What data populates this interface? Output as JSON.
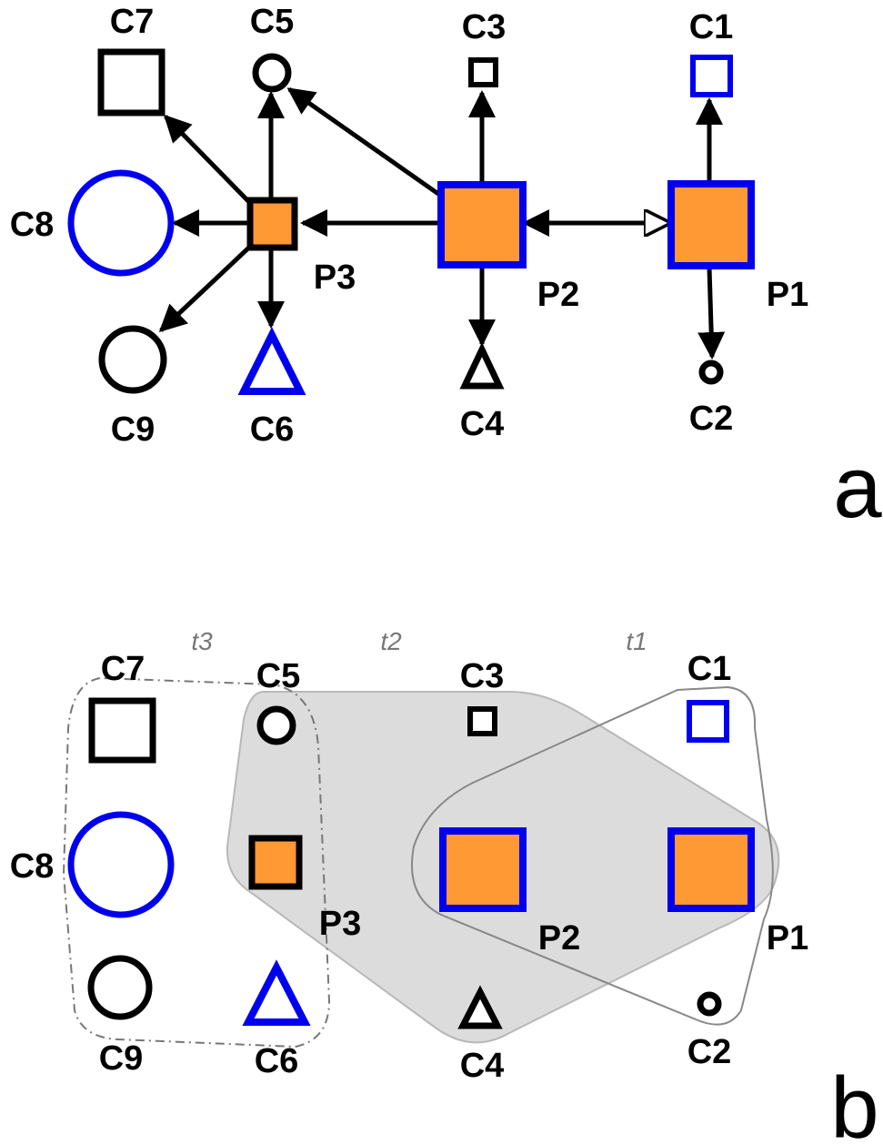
{
  "colors": {
    "parent_fill": "#FF9933",
    "blue": "#0000EE",
    "black": "#000000",
    "region_fill": "#d6d6d6",
    "outline": "#888888"
  },
  "panel_a": {
    "panel_label": "a",
    "nodes": {
      "C1": "C1",
      "C2": "C2",
      "C3": "C3",
      "C4": "C4",
      "C5": "C5",
      "C6": "C6",
      "C7": "C7",
      "C8": "C8",
      "C9": "C9",
      "P1": "P1",
      "P2": "P2",
      "P3": "P3"
    }
  },
  "panel_b": {
    "panel_label": "b",
    "nodes": {
      "C1": "C1",
      "C2": "C2",
      "C3": "C3",
      "C4": "C4",
      "C5": "C5",
      "C6": "C6",
      "C7": "C7",
      "C8": "C8",
      "C9": "C9",
      "P1": "P1",
      "P2": "P2",
      "P3": "P3"
    },
    "groups": {
      "t1": "t1",
      "t2": "t2",
      "t3": "t3"
    }
  }
}
